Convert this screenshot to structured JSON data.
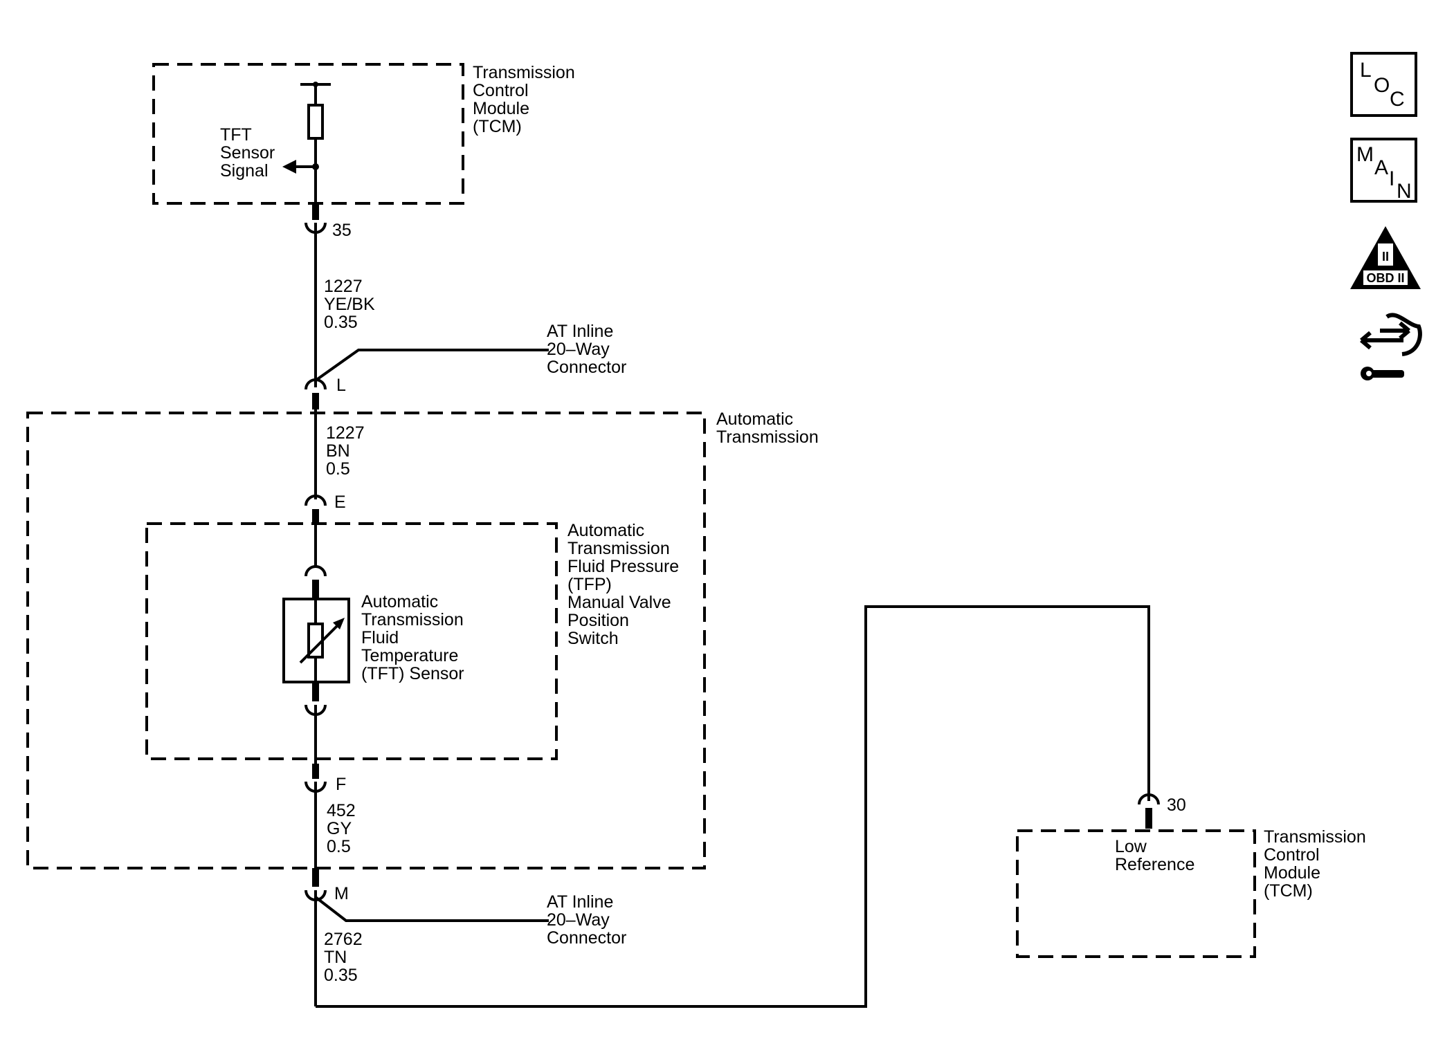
{
  "modules": {
    "tcm_top": {
      "title_lines": [
        "Transmission",
        "Control",
        "Module",
        "(TCM)"
      ],
      "signal_lines": [
        "TFT",
        "Sensor",
        "Signal"
      ]
    },
    "tcm_bottom": {
      "title_lines": [
        "Transmission",
        "Control",
        "Module",
        "(TCM)"
      ],
      "signal_lines": [
        "Low",
        "Reference"
      ]
    },
    "automatic_transmission": {
      "title_lines": [
        "Automatic",
        "Transmission"
      ]
    },
    "tfp_switch": {
      "title_lines": [
        "Automatic",
        "Transmission",
        "Fluid Pressure",
        "(TFP)",
        "Manual Valve",
        "Position",
        "Switch"
      ]
    },
    "tft_sensor": {
      "title_lines": [
        "Automatic",
        "Transmission",
        "Fluid",
        "Temperature",
        "(TFT) Sensor"
      ]
    }
  },
  "pins": {
    "tcm_tft_signal": "35",
    "inline_l": "L",
    "trans_e": "E",
    "trans_f": "F",
    "inline_m": "M",
    "tcm_low_ref": "30"
  },
  "wires": {
    "w1": [
      "1227",
      "YE/BK",
      "0.35"
    ],
    "w2": [
      "1227",
      "BN",
      "0.5"
    ],
    "w3": [
      "452",
      "GY",
      "0.5"
    ],
    "w4": [
      "2762",
      "TN",
      "0.35"
    ]
  },
  "connectors": {
    "inline_top": [
      "AT Inline",
      "20–Way",
      "Connector"
    ],
    "inline_bottom": [
      "AT Inline",
      "20–Way",
      "Connector"
    ]
  },
  "icons": {
    "loc": {
      "name": "loc-icon",
      "letters": [
        "L",
        "O",
        "C"
      ]
    },
    "main": {
      "name": "main-icon",
      "letters": [
        "M",
        "A",
        "I",
        "N"
      ]
    },
    "obd": {
      "name": "obd-ii-icon",
      "numeral": "II",
      "text": "OBD II"
    },
    "service": {
      "name": "service-wrench-icon"
    }
  },
  "colors": {
    "line": "#000000",
    "background": "#ffffff"
  }
}
